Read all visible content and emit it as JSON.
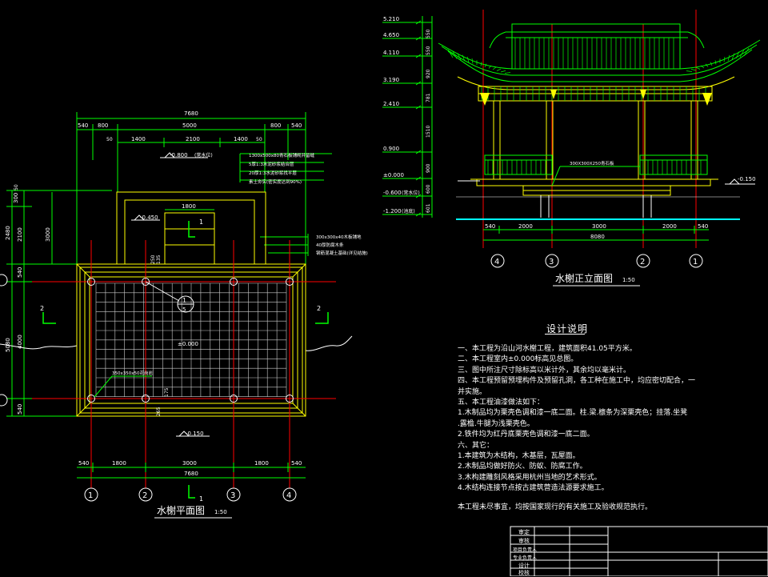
{
  "plan": {
    "title": "水榭平面图",
    "scale": "1:50",
    "top_total": "7680",
    "top_dims": [
      "540",
      "800",
      "5000",
      "800",
      "540"
    ],
    "top_dims2": [
      "1400",
      "2100",
      "1400"
    ],
    "bottom_dims": [
      "540",
      "1800",
      "3000",
      "1800",
      "540"
    ],
    "bottom_total": "7680",
    "left_dims": [
      "300",
      "50",
      "2480",
      "2100",
      "540",
      "5080",
      "4000",
      "540"
    ],
    "inner_dim": "3000",
    "platform_dim": "1800",
    "small_dims": [
      "50",
      "50",
      "250",
      "135",
      "175",
      "265"
    ],
    "levels": [
      "-0.800",
      "(常水位)",
      "-0.450",
      "±0.000",
      "-0.150"
    ],
    "callouts": [
      "1300x500x80青石板铺砌并留缝",
      "5厚1:3水泥砂浆结合层",
      "20厚1:3水泥砂浆找平层",
      "素土夯实(密实度达到90%)",
      "300x300x40木板铺地",
      "40厚防腐木条",
      "钢筋混凝土基础(详见结施)"
    ],
    "stone_note": "350x350x50花岗岩",
    "section_marks": [
      "1",
      "1",
      "2",
      "2"
    ],
    "axis": [
      "1",
      "2",
      "3",
      "4"
    ],
    "detail_mark": "1",
    "detail_sub": "5"
  },
  "elevation": {
    "title": "水榭正立面图",
    "scale": "1:50",
    "levels": [
      "5.210",
      "4.650",
      "4.110",
      "3.190",
      "2.410",
      "0.900",
      "±0.000",
      "-0.600",
      "(常水位)",
      "-1.200",
      "(池底)"
    ],
    "side_dims": [
      "550",
      "550",
      "920",
      "781",
      "1510",
      "900",
      "600",
      "601"
    ],
    "bottom_dims": [
      "540",
      "2000",
      "3000",
      "2000",
      "540"
    ],
    "bottom_total": "8080",
    "right_level": "-0.150",
    "beam_note": "300X300X250青石板",
    "axis": [
      "4",
      "3",
      "2",
      "1"
    ]
  },
  "notes": {
    "title": "设计说明",
    "lines": [
      "一、本工程为沿山河水榭工程，建筑面积41.05平方米。",
      "二、本工程室内±0.000标高见总图。",
      "三、图中所注尺寸除标高以米计外，其余均以毫米计。",
      "四、本工程预留预埋构件及预留孔洞，各工种在施工中，均应密切配合，一",
      "   并实施。",
      "五、本工程油漆做法如下：",
      "   1.木制品均为栗壳色调和漆一底二面。柱.梁.檩条为深栗壳色；挂落.坐凳",
      ".露檐.牛腿为浅栗壳色。",
      "   2.铁件均为红丹底栗壳色调和漆一底二面。",
      "六、其它：",
      "   1.本建筑为木结构，木基层，瓦屋面。",
      "   2.木制品均做好防火、防蚁、防腐工作。",
      "   3.木构建雕刻风格采用杭州当地的艺术形式。",
      "   4.木结构连接节点按古建筑营造法源要求施工。"
    ],
    "closing": "本工程未尽事宜，均按国家现行的有关施工及验收规范执行。"
  },
  "title_block": {
    "labels": [
      "审定",
      "审核",
      "项目负责人",
      "专业负责人",
      "设计",
      "校核"
    ]
  },
  "colors": {
    "background": "#000000",
    "primary_line": "#00ff00",
    "structure": "#ffff00",
    "axis_line": "#ff0000",
    "water_line": "#00ffff",
    "text": "#ffffff"
  }
}
